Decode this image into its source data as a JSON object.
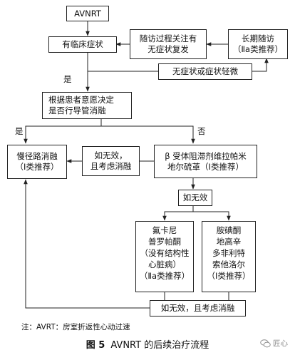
{
  "flowchart": {
    "nodes": {
      "avnrt": [
        "AVNRT"
      ],
      "symptoms": [
        "有临床症状"
      ],
      "followup": [
        "随访过程关注有",
        "无症状复发"
      ],
      "long_term": [
        "长期随访",
        "（Ⅱa类推荐）"
      ],
      "asymptomatic": [
        "无症状或症状轻微"
      ],
      "decide_ablation": [
        "根据患者意愿决定",
        "是否行导管消融"
      ],
      "slow_pathway": [
        "慢径路消融",
        "（Ⅰ类推荐）"
      ],
      "ineffective_1": [
        "如无效，",
        "且考虑消融"
      ],
      "beta_blocker": [
        "β 受体阻滞剂维拉帕米",
        "地尔硫䓬（Ⅰ类推荐）"
      ],
      "ineffective_2": [
        "如无效"
      ],
      "class_iia_drugs": [
        "氟卡尼",
        "普罗帕酮",
        "（没有结构性",
        "心脏病）",
        "（Ⅱa类推荐）"
      ],
      "class_i_drugs": [
        "胺碘酮",
        "地高辛",
        "多非利特",
        "索他洛尔",
        "（Ⅰ类推荐）"
      ],
      "ineffective_3": [
        "如无效，且考虑消融"
      ]
    },
    "edge_labels": {
      "yes_1": "是",
      "yes_2": "是",
      "no": "否"
    }
  },
  "note": "注：AVRT：房室折返性心动过速",
  "caption": {
    "label": "图 5",
    "title": "AVNRT 的后续治疗流程"
  },
  "watermark": {
    "text": "匠心",
    "icon": "wechat-icon"
  },
  "colors": {
    "line": "#222222",
    "watermark": "#8a8a8a"
  }
}
